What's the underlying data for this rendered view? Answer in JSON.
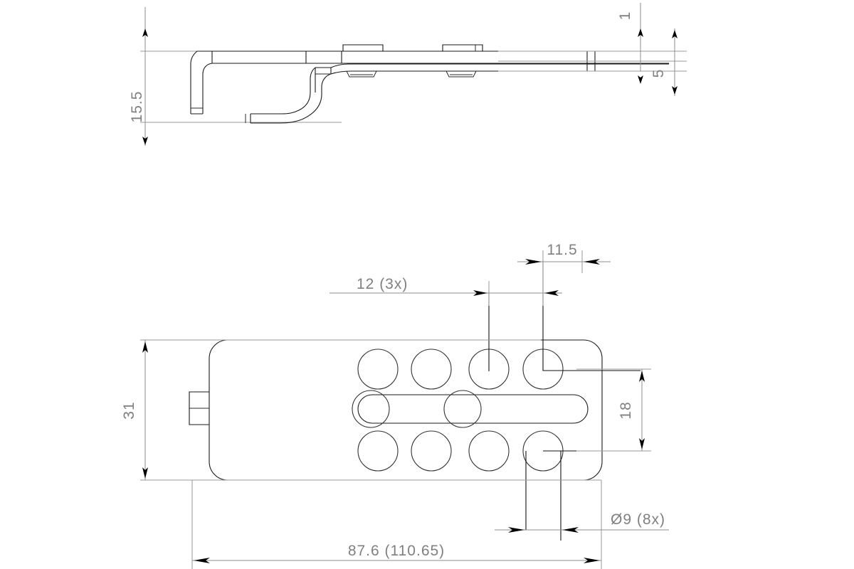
{
  "drawing": {
    "title": "Sheet-metal bracket — side view and plan view",
    "background_color": "#ffffff",
    "line_color": "#1a1a1a",
    "dimension_color": "#808080",
    "extension_color": "#9a9a9a"
  },
  "views": {
    "side": {
      "name": "side-view",
      "label": ""
    },
    "plan": {
      "name": "plan-view",
      "label": ""
    }
  },
  "dimensions": {
    "height_15_5": {
      "value": "15.5",
      "orientation": "vertical",
      "view": "side"
    },
    "thickness_1": {
      "value": "1",
      "orientation": "vertical",
      "view": "side"
    },
    "step_5": {
      "value": "5",
      "orientation": "vertical",
      "view": "side"
    },
    "width_31": {
      "value": "31",
      "orientation": "vertical",
      "view": "plan"
    },
    "pitch_12": {
      "value": "12  (3x)",
      "orientation": "horizontal",
      "view": "plan"
    },
    "edge_11_5": {
      "value": "11.5",
      "orientation": "horizontal",
      "view": "plan"
    },
    "vertical_18": {
      "value": "18",
      "orientation": "vertical",
      "view": "plan"
    },
    "hole_dia": {
      "value": "Ø9  (8x)",
      "orientation": "horizontal",
      "view": "plan"
    },
    "overall_length": {
      "value": "87.6  (110.65)",
      "orientation": "horizontal",
      "view": "plan"
    }
  },
  "chart_data": {
    "type": "table",
    "title": "Sheet-metal bracket dimensions",
    "categories": [
      "15.5",
      "1",
      "5",
      "31",
      "12  (3x)",
      "11.5",
      "18",
      "Ø9  (8x)",
      "87.6  (110.65)"
    ],
    "values": [
      15.5,
      1,
      5,
      31,
      12,
      11.5,
      18,
      9,
      87.6
    ]
  },
  "plan_features": {
    "hole_count": 8,
    "hole_diameter": 9,
    "rows": [
      {
        "name": "top-row",
        "holes": 4
      },
      {
        "name": "middle-row",
        "holes": 2,
        "slot": true
      },
      {
        "name": "bottom-row",
        "holes": 4
      }
    ]
  }
}
